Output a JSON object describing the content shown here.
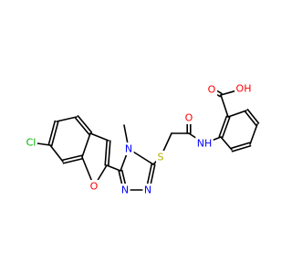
{
  "molecule": {
    "colors": {
      "bond": "#000000",
      "C": "#000000",
      "N": "#0000ff",
      "O": "#ff0000",
      "S": "#b2b200",
      "Cl": "#00b200"
    },
    "atom_labels": {
      "cl": "Cl",
      "o_furan": "O",
      "n_methyl": "N",
      "n_a": "N",
      "n_b": "N",
      "s": "S",
      "o_amide": "O",
      "n_amide": "NH",
      "o_acid": "O",
      "oh_acid": "OH"
    },
    "methyl_text": "methyl"
  }
}
